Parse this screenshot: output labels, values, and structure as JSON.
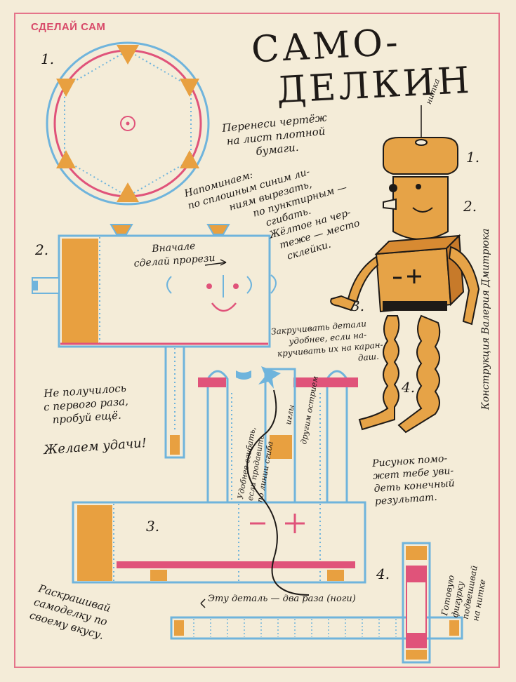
{
  "header": {
    "section": "СДЕЛАЙ САМ",
    "title_line1": "САМО-",
    "title_line2": "ДЕЛКИН"
  },
  "colors": {
    "blue": "#6fb4dc",
    "pink": "#e0537a",
    "orange": "#e8a040",
    "ink": "#1e1a17",
    "paper": "#f4ecd8"
  },
  "steps": {
    "n1": "1.",
    "n2": "2.",
    "n3": "3.",
    "n4": "4."
  },
  "robot_steps": {
    "n1": "1.",
    "n2": "2.",
    "n3": "3.",
    "n4": "4."
  },
  "notes": {
    "transfer": [
      "Перенеси чертёж",
      "на лист плотной",
      "бумаги."
    ],
    "reminder": [
      "Напоминаем:",
      "по сплошным синим ли-",
      "ниям вырезать,",
      "по пунктирным —",
      "сгибать.",
      "Жёлтое на чер-",
      "теже — место",
      "склейки."
    ],
    "string_label": "нитка",
    "slits_first": [
      "Вначале",
      "сделай прорези"
    ],
    "twist": [
      "Закручивать детали",
      "удобнее, если на-",
      "кручивать их на каран-",
      "даш."
    ],
    "vertical_author": "Конструкция Валерия Дмитрюка",
    "failed": [
      "Не получилось",
      "с первого раза,",
      "пробуй ещё."
    ],
    "luck": "Желаем удачи!",
    "fold_hint": [
      "Удобнее сгибать,",
      "если продавить",
      "по линии сгиба"
    ],
    "needle": "иглы",
    "other_side": "другим острием",
    "drawing_help": [
      "Рисунок помо-",
      "жет тебе уви-",
      "деть конечный",
      "результат."
    ],
    "hang": [
      "Готовую",
      "фигурку",
      "подвешивай",
      "на нитке"
    ],
    "two_times": "Эту деталь — два раза (ноги)",
    "paint": [
      "Раскрашивай",
      "самоделку по",
      "своему вкусу."
    ]
  }
}
